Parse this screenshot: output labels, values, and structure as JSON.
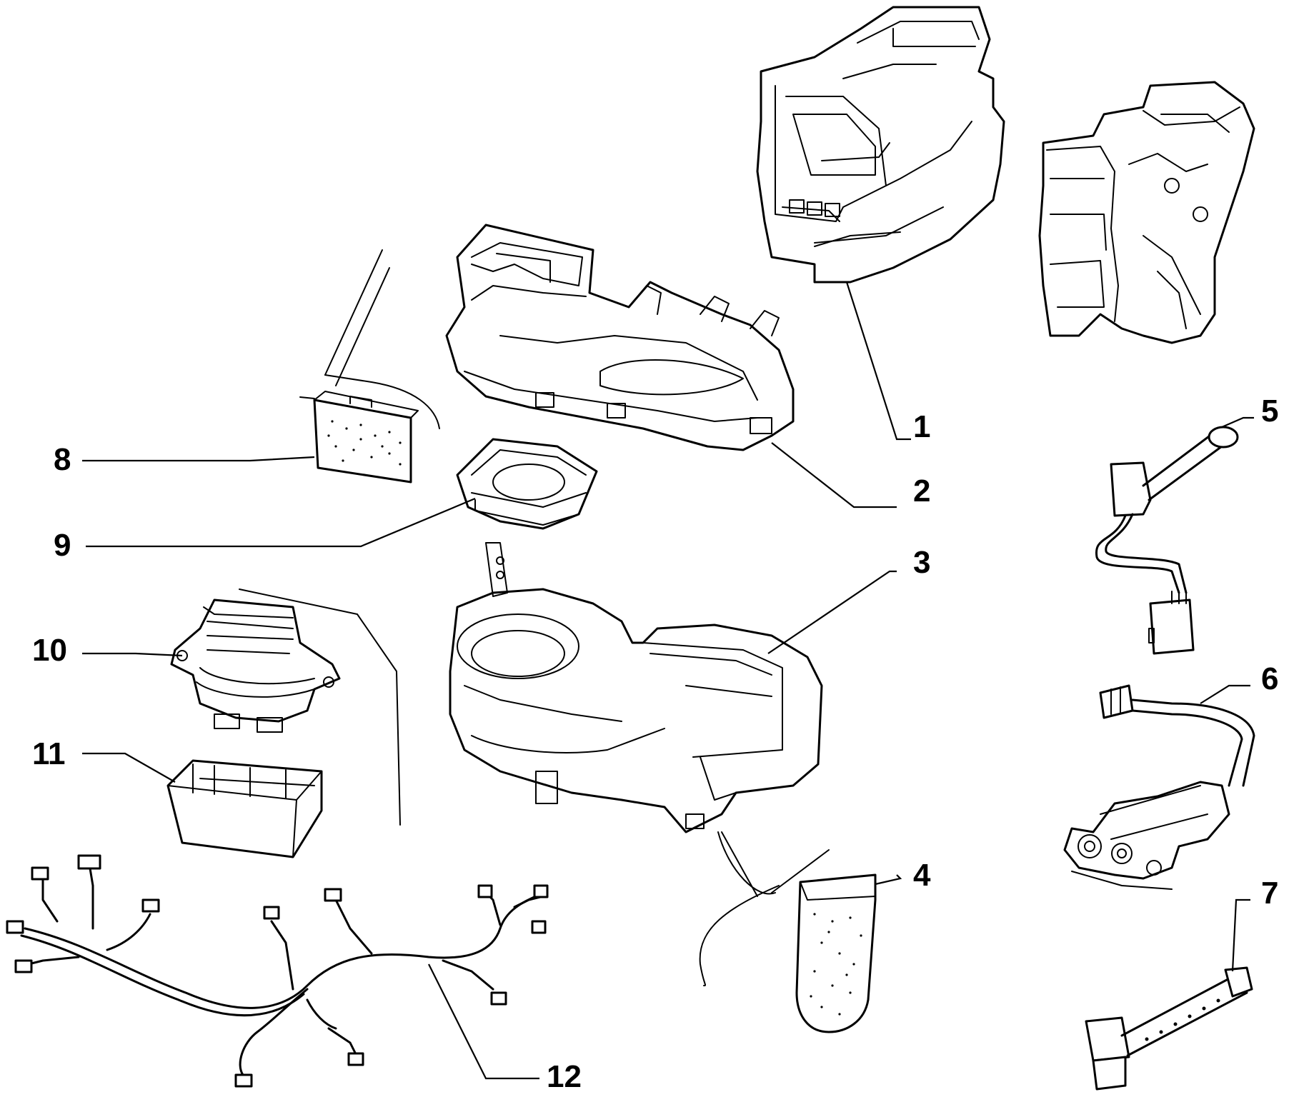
{
  "callouts": [
    {
      "id": "1",
      "label": "1"
    },
    {
      "id": "2",
      "label": "2"
    },
    {
      "id": "3",
      "label": "3"
    },
    {
      "id": "4",
      "label": "4"
    },
    {
      "id": "5",
      "label": "5"
    },
    {
      "id": "6",
      "label": "6"
    },
    {
      "id": "7",
      "label": "7"
    },
    {
      "id": "8",
      "label": "8"
    },
    {
      "id": "9",
      "label": "9"
    },
    {
      "id": "10",
      "label": "10"
    },
    {
      "id": "11",
      "label": "11"
    },
    {
      "id": "12",
      "label": "12"
    }
  ],
  "colors": {
    "ink": "#000000",
    "background": "#ffffff"
  }
}
